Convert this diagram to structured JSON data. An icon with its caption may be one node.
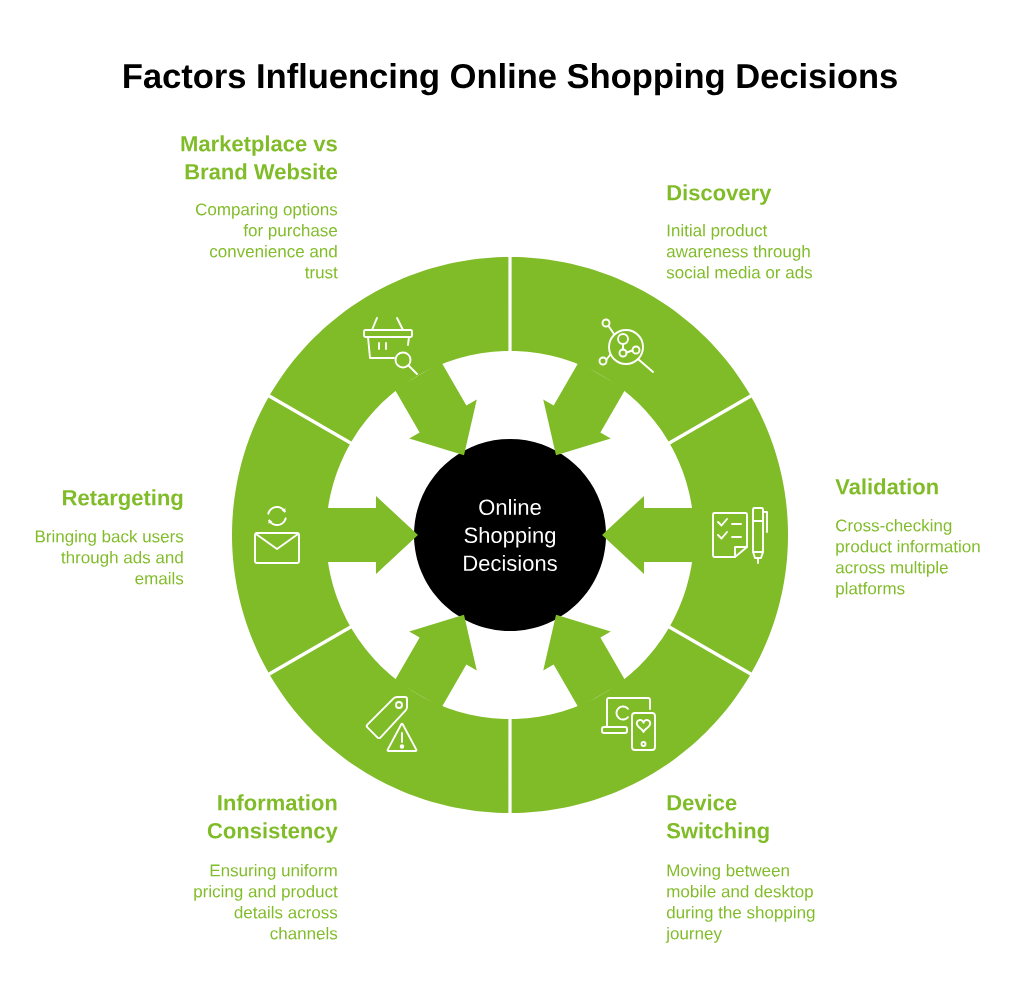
{
  "diagram": {
    "title": "Factors Influencing Online Shopping Decisions",
    "nodes": [
      {
        "text": [
          "Online Shopping Decisions"
        ]
      },
      {
        "text": [
          "Marketplace vs Brand Website",
          "Comparing options for purchase convenience and trust"
        ]
      },
      {
        "text": [
          "Discovery",
          "Initial product awareness through social media or ads"
        ]
      },
      {
        "text": [
          "Validation",
          "Cross-checking product information across multiple platforms"
        ]
      },
      {
        "text": [
          "Device Switching",
          "Moving between mobile and desktop during the shopping journey"
        ]
      },
      {
        "text": [
          "Information Consistency",
          "Ensuring uniform pricing and product details across channels"
        ]
      },
      {
        "text": [
          "Retargeting",
          "Bringing back users through ads and emails"
        ]
      }
    ],
    "edges": [
      {
        "from": 1,
        "to": 0,
        "arrow": "to"
      },
      {
        "from": 2,
        "to": 0,
        "arrow": "to"
      },
      {
        "from": 3,
        "to": 0,
        "arrow": "to"
      },
      {
        "from": 4,
        "to": 0,
        "arrow": "to"
      },
      {
        "from": 5,
        "to": 0,
        "arrow": "to"
      },
      {
        "from": 6,
        "to": 0,
        "arrow": "to"
      }
    ]
  }
}
